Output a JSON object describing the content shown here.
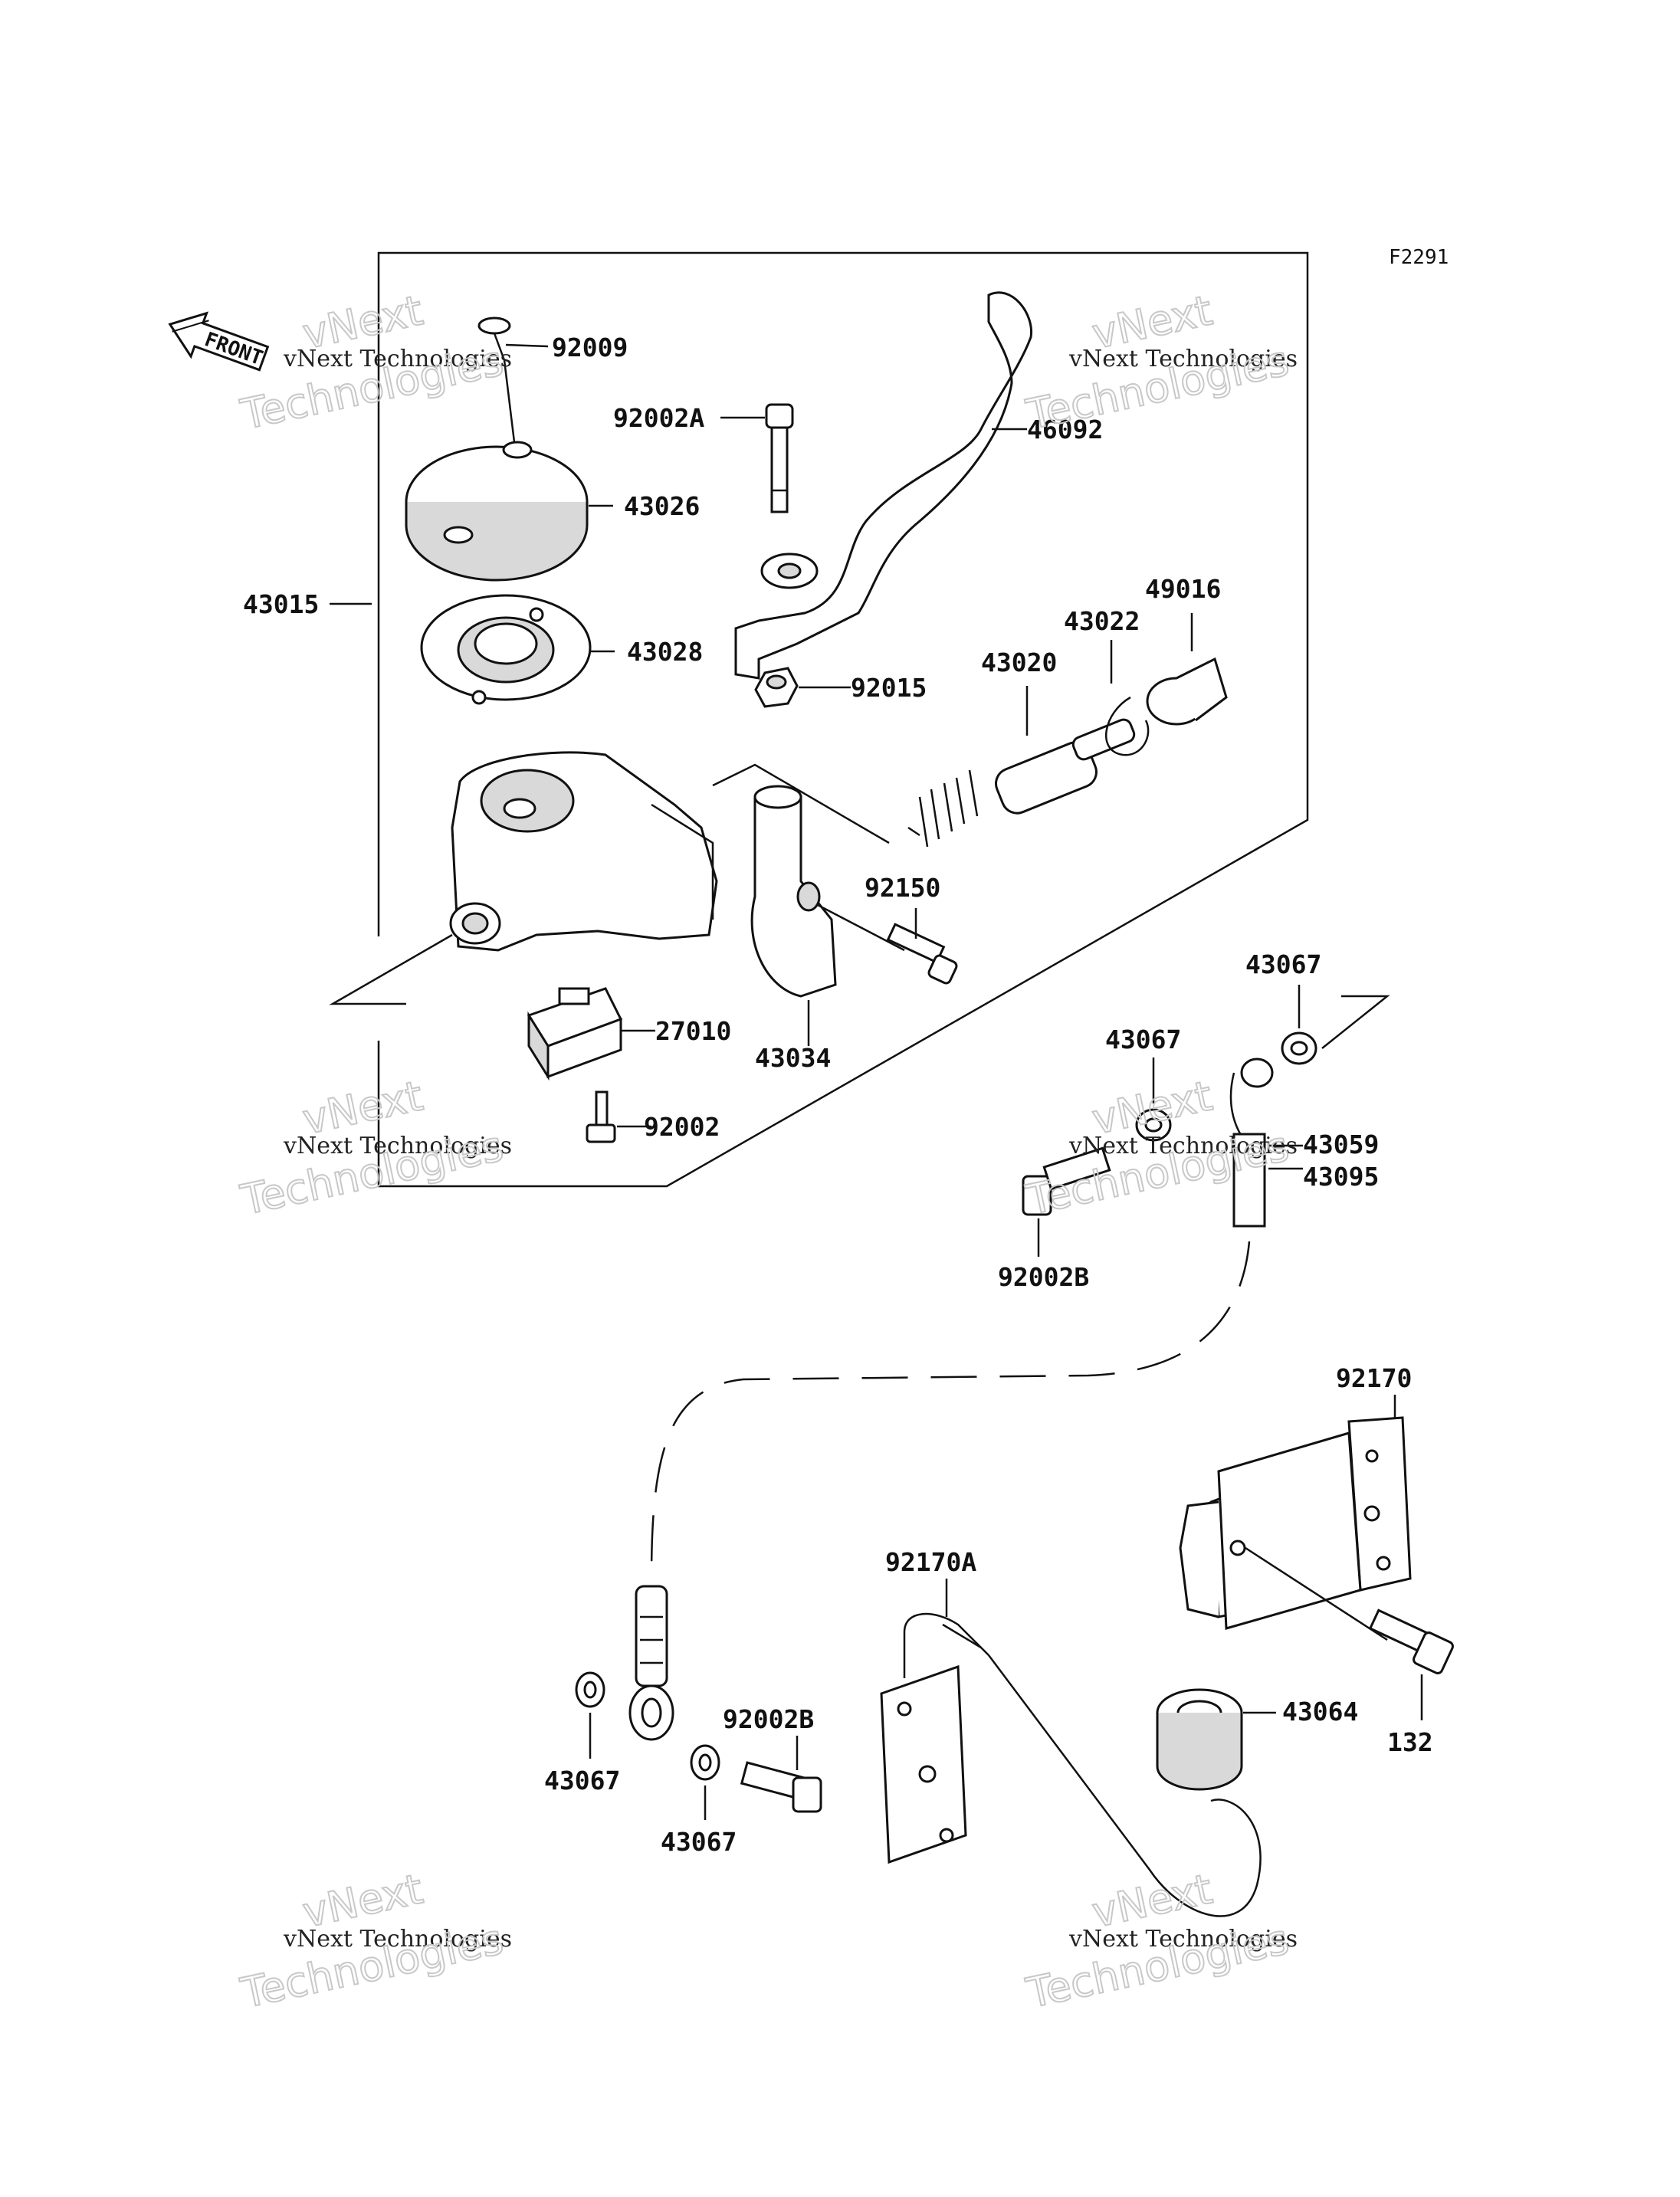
{
  "figure_code": "F2291",
  "front_label": "FRONT",
  "watermark": {
    "line1": "vNext Technologies",
    "line2": "vNext\nTechnologies"
  },
  "parts": {
    "p92009": "92009",
    "p92002A": "92002A",
    "p46092": "46092",
    "p43026": "43026",
    "p43015": "43015",
    "p43028": "43028",
    "p49016": "49016",
    "p43022": "43022",
    "p43020": "43020",
    "p92015": "92015",
    "p92150": "92150",
    "p27010": "27010",
    "p43034": "43034",
    "p92002": "92002",
    "p43067a": "43067",
    "p43067b": "43067",
    "p43059": "43059",
    "p43095": "43095",
    "p92002B_a": "92002B",
    "p92170": "92170",
    "p92170A": "92170A",
    "p92002B_b": "92002B",
    "p43064": "43064",
    "p132": "132",
    "p43067c": "43067",
    "p43067d": "43067"
  }
}
